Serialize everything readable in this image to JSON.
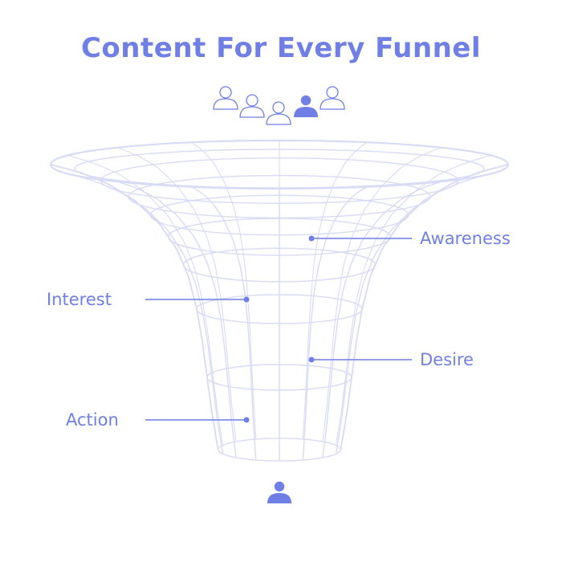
{
  "title": "Content For Every Funnel",
  "colors": {
    "accent": "#6F7FE6",
    "mesh": "#D8DBF6",
    "user_outline": "#6F7FE6"
  },
  "top_users": [
    {
      "icon": "user-outline-icon",
      "filled": false
    },
    {
      "icon": "user-outline-icon",
      "filled": false
    },
    {
      "icon": "user-outline-icon",
      "filled": false
    },
    {
      "icon": "user-filled-icon",
      "filled": true
    },
    {
      "icon": "user-outline-icon",
      "filled": false
    }
  ],
  "bottom_user": {
    "icon": "user-filled-icon",
    "filled": true
  },
  "stages": [
    {
      "label": "Awareness",
      "side": "right"
    },
    {
      "label": "Interest",
      "side": "left"
    },
    {
      "label": "Desire",
      "side": "right"
    },
    {
      "label": "Action",
      "side": "left"
    }
  ]
}
